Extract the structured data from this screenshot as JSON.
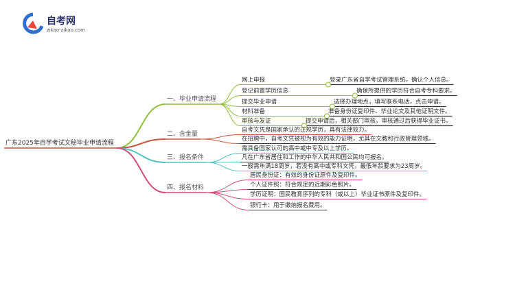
{
  "logo": {
    "name": "自考网",
    "url": "zikao-zikao.com"
  },
  "root": "广东2025年自学考试文秘毕业申请流程",
  "branches": [
    {
      "label": "一、毕业申请流程",
      "color": "#8fbf3a",
      "items": [
        {
          "label": "网上申报",
          "detail": "登录广东省自学考试管理系统，确认个人信息。"
        },
        {
          "label": "登记前置学历信息",
          "detail": "确保所提供的学历符合自考专科要求。"
        },
        {
          "label": "提交毕业申请",
          "detail": "选择办理地点，填写联系电话，点击申请。"
        },
        {
          "label": "材料准备",
          "detail": "准备身份证复印件、毕业论文及其他证明文件。"
        },
        {
          "label": "审核与发证",
          "detail": "提交申请后，相关部门审核，审核通过后获得毕业证书。"
        }
      ]
    },
    {
      "label": "二、含金量",
      "color": "#c8553d",
      "items": [
        {
          "label": "自考文凭是国家承认的正规学历，具有法律效力。"
        },
        {
          "label": "在招聘中，自考文凭被视为有效的能力证明，尤其在文教和行政管理领域。"
        }
      ]
    },
    {
      "label": "三、报名条件",
      "color": "#4ec3c3",
      "items": [
        {
          "label": "需具备国家认可的高中或中专及以上学历。"
        },
        {
          "label": "凡在广东省居住和工作的中华人民共和国公民均可报名。"
        },
        {
          "label": "一般需年满18周岁，若没有高中或专科文凭，最低年龄要求为23周岁。"
        }
      ]
    },
    {
      "label": "四、报名材料",
      "color": "#d14d7a",
      "items": [
        {
          "label": "居民身份证：有效的身份证原件及复印件。"
        },
        {
          "label": "个人证件照：符合规定的近期彩色照片。"
        },
        {
          "label": "学历证明：国民教育序列的专科（或以上）毕业证书原件及复印件。"
        },
        {
          "label": "银行卡：用于缴纳报名费用。"
        }
      ]
    }
  ]
}
